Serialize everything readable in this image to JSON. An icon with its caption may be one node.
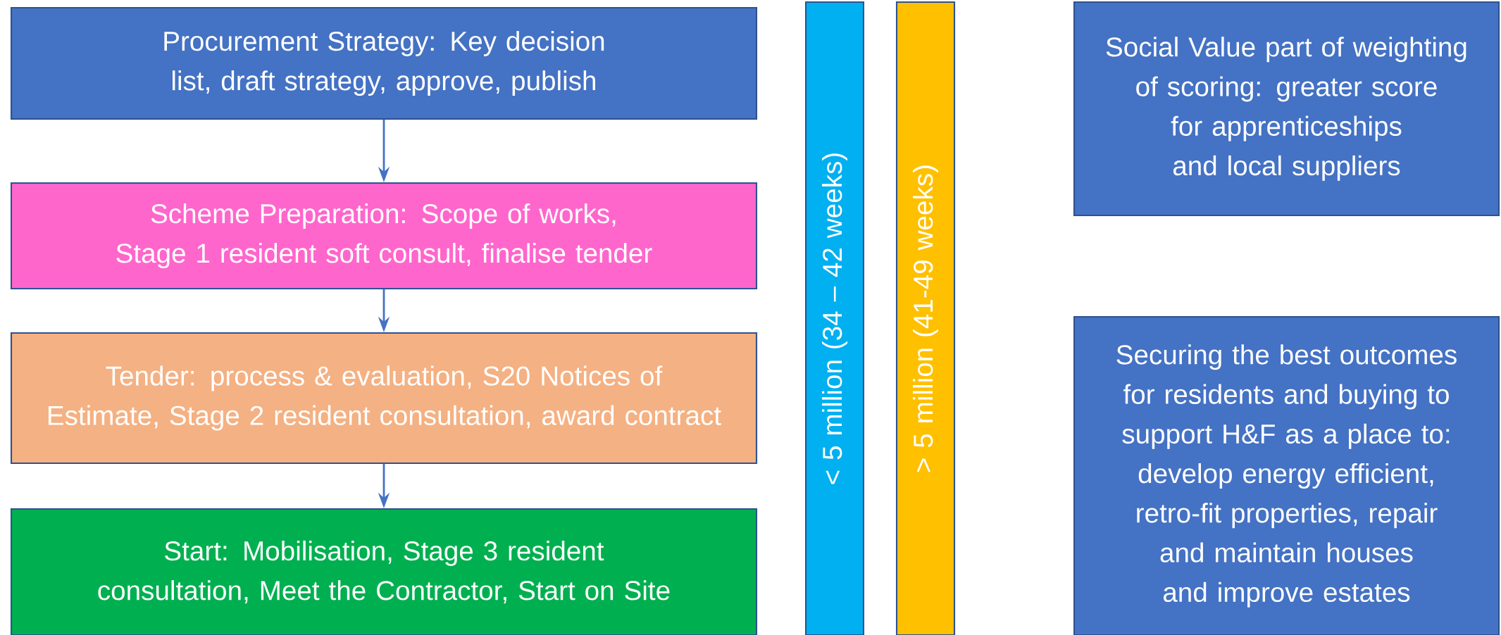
{
  "diagram": {
    "nodes": [
      {
        "text": [
          "Procurement Strategy: Key decision list, draft strategy, approve, publish"
        ]
      },
      {
        "text": [
          "Scheme Preparation: Scope of works, Stage 1 resident soft consult, finalise tender"
        ]
      },
      {
        "text": [
          "Tender: process & evaluation, S20 Notices of Estimate, Stage 2 resident consultation, award contract"
        ]
      },
      {
        "text": [
          "Start: Mobilisation, Stage 3 resident consultation, Meet the Contractor, Start on Site"
        ]
      },
      {
        "text": [
          "< 5 million (34 – 42 weeks)"
        ]
      },
      {
        "text": [
          "> 5 million (41-49 weeks)"
        ]
      },
      {
        "text": [
          "Social Value part of weighting of scoring: greater score for apprenticeships and local suppliers"
        ]
      },
      {
        "text": [
          "Securing the best outcomes for residents and buying to support H&F as a place to: develop energy efficient, retro-fit properties, repair and maintain houses and improve estates"
        ]
      }
    ],
    "edges": [
      {
        "from": 0,
        "to": 1,
        "arrow": "to"
      },
      {
        "from": 1,
        "to": 2,
        "arrow": "to"
      },
      {
        "from": 2,
        "to": 3,
        "arrow": "to"
      }
    ]
  }
}
